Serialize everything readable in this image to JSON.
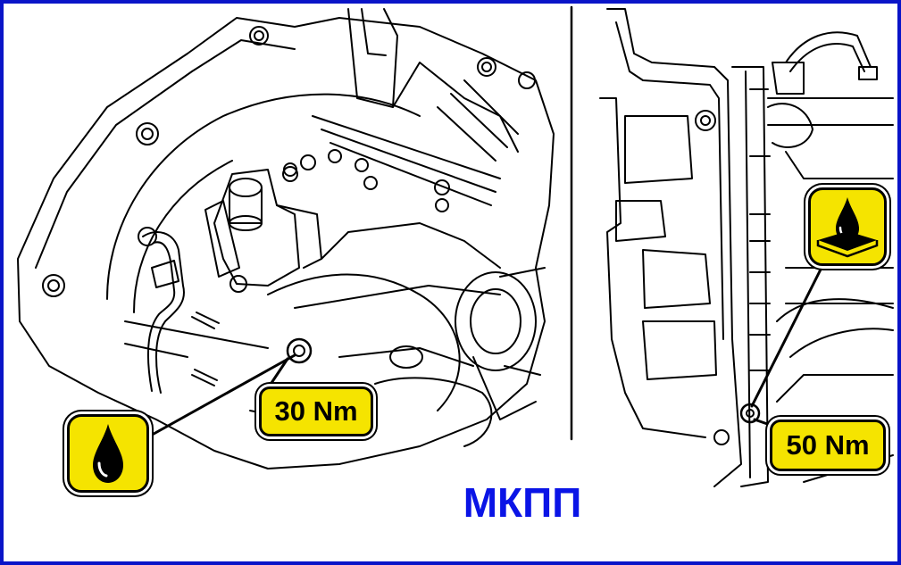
{
  "title": "МКПП",
  "torque": {
    "left": "30 Nm",
    "right": "50 Nm"
  },
  "icons": {
    "oil_drop": "oil-drop-icon",
    "oil_pan": "oil-pan-icon"
  },
  "colors": {
    "frame": "#0a14c8",
    "title": "#0a14e6",
    "label_bg": "#f5e400"
  }
}
